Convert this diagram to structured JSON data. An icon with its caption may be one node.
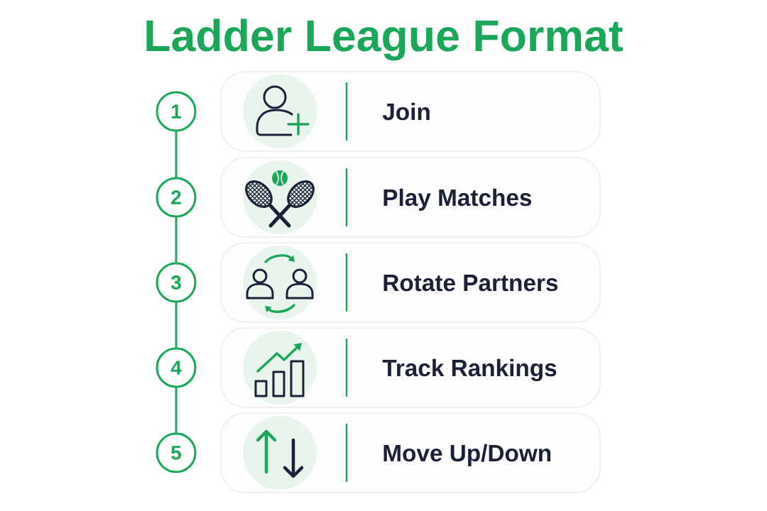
{
  "diagram": {
    "title": "Ladder League Format",
    "nodes": [
      {
        "text": [
          "1"
        ]
      },
      {
        "text": [
          "Join"
        ]
      },
      {
        "text": [
          "2"
        ]
      },
      {
        "text": [
          "Play Matches"
        ]
      },
      {
        "text": [
          "3"
        ]
      },
      {
        "text": [
          "Rotate Partners"
        ]
      },
      {
        "text": [
          "4"
        ]
      },
      {
        "text": [
          "Track Rankings"
        ]
      },
      {
        "text": [
          "5"
        ]
      },
      {
        "text": [
          "Move Up/Down"
        ]
      }
    ],
    "edges": [
      {
        "from": 0,
        "to": 2,
        "arrow": "none"
      },
      {
        "from": 2,
        "to": 4,
        "arrow": "none"
      },
      {
        "from": 4,
        "to": 6,
        "arrow": "none"
      },
      {
        "from": 6,
        "to": 8,
        "arrow": "none"
      }
    ]
  }
}
